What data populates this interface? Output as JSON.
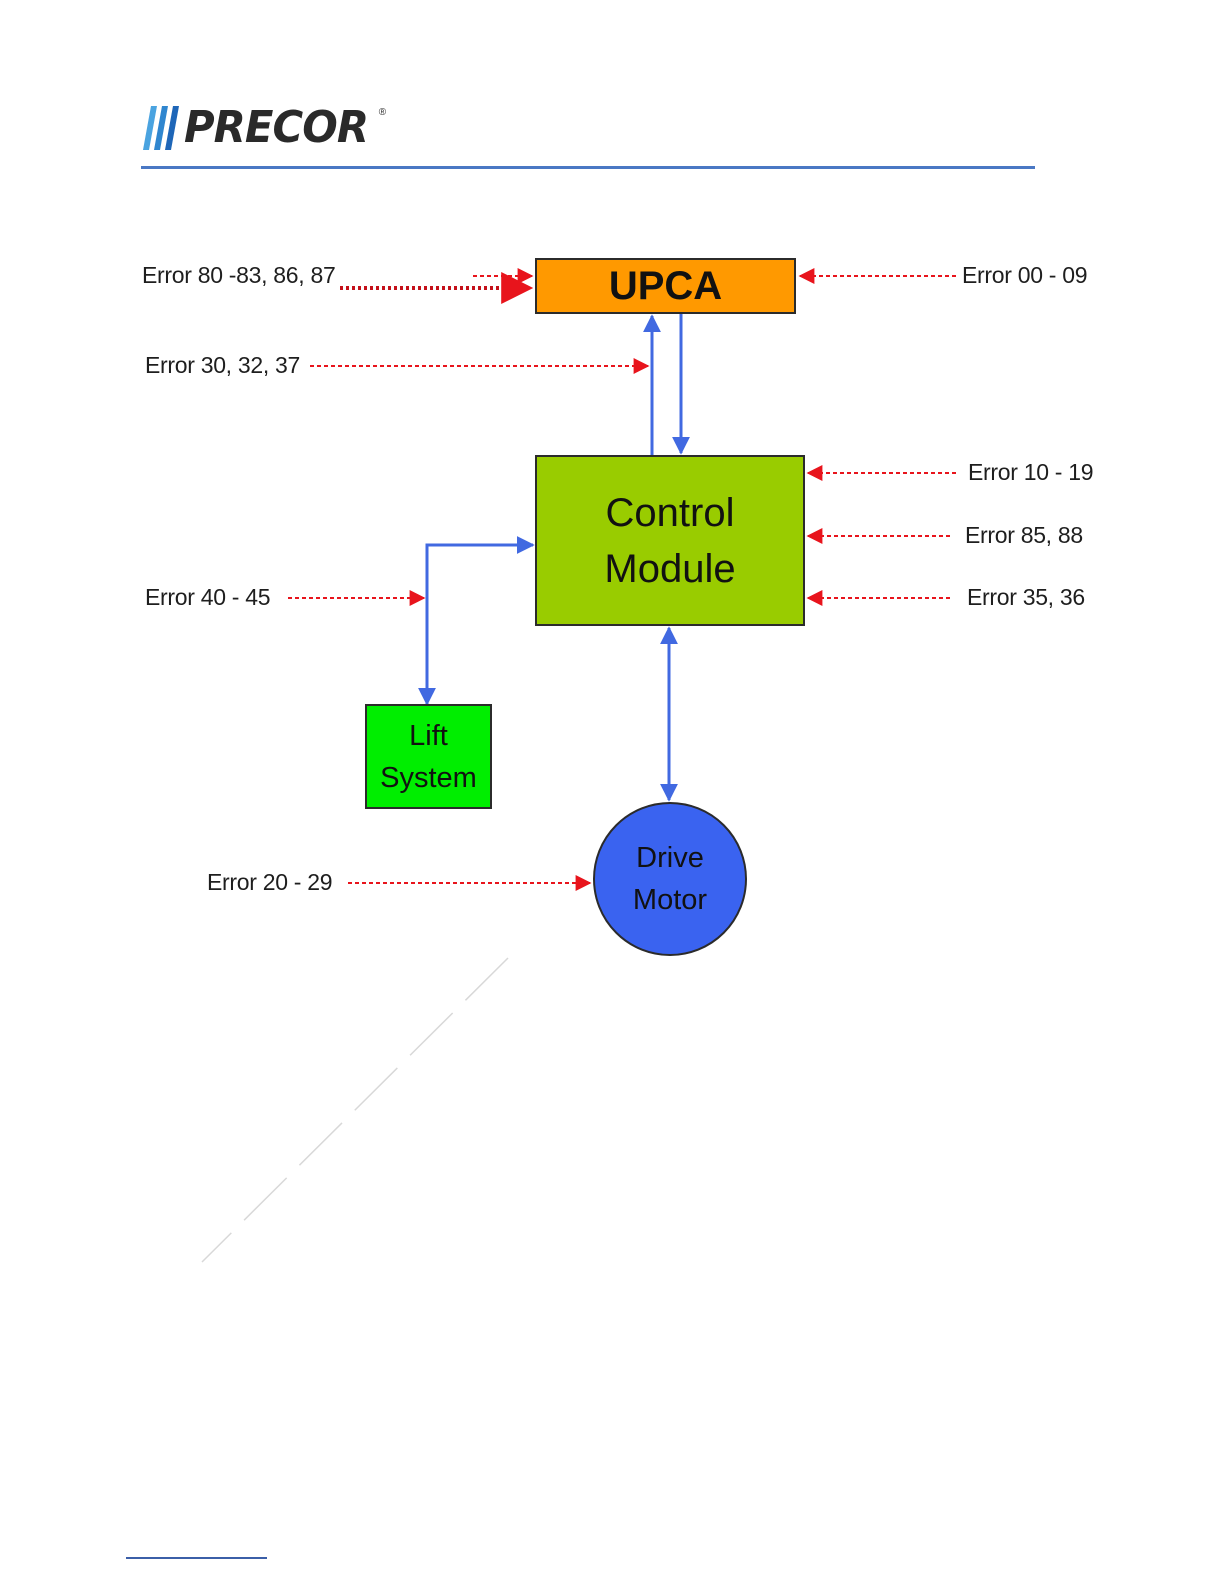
{
  "header": {
    "brand": "PRECOR",
    "registered_mark": "®"
  },
  "diagram": {
    "blocks": {
      "upca": {
        "label": "UPCA"
      },
      "control_module": {
        "line1": "Control",
        "line2": "Module"
      },
      "lift_system": {
        "line1": "Lift",
        "line2": "System"
      },
      "drive_motor": {
        "line1": "Drive",
        "line2": "Motor"
      }
    },
    "error_labels": {
      "upca_left": "Error 80 -83, 86, 87",
      "upca_right": "Error 00 - 09",
      "link_upca_control": "Error 30, 32, 37",
      "control_right_top": "Error 10 - 19",
      "control_right_middle": "Error 85, 88",
      "control_right_bottom": "Error 35, 36",
      "lift_link": "Error 40 - 45",
      "drive_motor": "Error 20 - 29"
    },
    "colors": {
      "upca": "#ff9900",
      "control_module": "#99cc00",
      "lift_system": "#00ee00",
      "drive_motor": "#3a63f0",
      "data_link": "#4169e1",
      "error_pointer": "#e8141c",
      "header_rule": "#4a78c4"
    }
  }
}
